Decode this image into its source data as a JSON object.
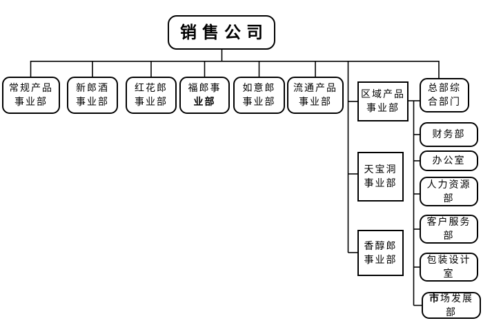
{
  "colors": {
    "background": "#ffffff",
    "line": "#000000",
    "box_border": "#000000",
    "text": "#000000"
  },
  "root": {
    "label": "销售公司"
  },
  "top_row": [
    {
      "label": "常规产品\n事业部"
    },
    {
      "label": "新郎酒\n事业部"
    },
    {
      "label": "红花郎\n事业部"
    },
    {
      "line1": "福郎事",
      "line2_bold": "业部"
    },
    {
      "label": "如意郎\n事业部"
    },
    {
      "label": "流通产品\n事业部"
    }
  ],
  "mid_column": [
    {
      "label": "区域产品\n事业部"
    },
    {
      "label": "天宝洞\n事业部"
    },
    {
      "label": "香醇郎\n事业部"
    }
  ],
  "right_column": [
    {
      "label": "总部综\n合部门"
    },
    {
      "label": "财务部"
    },
    {
      "label": "办公室"
    },
    {
      "label": "人力资源\n部"
    },
    {
      "label": "客户服务\n部"
    },
    {
      "label": "包装设计\n室"
    },
    {
      "lead_bold": "市",
      "rest": "场发展\n部"
    }
  ]
}
